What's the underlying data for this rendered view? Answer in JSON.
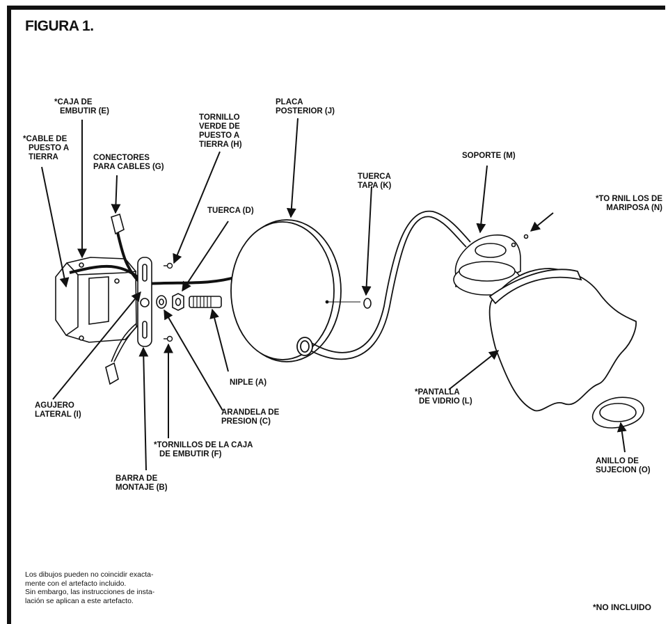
{
  "figure": {
    "title": "FIGURA 1."
  },
  "labels": {
    "caja_embutir": [
      "*CAJA DE",
      "EMBUTIR (E)"
    ],
    "cable_tierra": [
      "*CABLE DE",
      "PUESTO A",
      "TIERRA"
    ],
    "conectores": [
      "CONECTORES",
      "PARA CABLES (G)"
    ],
    "tornillo_verde": [
      "TORNILLO",
      "VERDE DE",
      "PUESTO A",
      "TIERRA (H)"
    ],
    "placa_posterior": [
      "PLACA",
      "POSTERIOR (J)"
    ],
    "tuerca_tapa": [
      "TUERCA",
      "TAPA (K)"
    ],
    "soporte": [
      "SOPORTE (M)"
    ],
    "tornillos_mariposa": [
      "*TO RNIL LOS DE",
      "MARIPOSA (N)"
    ],
    "tuerca": [
      "TUERCA (D)"
    ],
    "niple": [
      "NIPLE (A)"
    ],
    "arandela": [
      "ARANDELA DE",
      "PRESION (C)"
    ],
    "agujero": [
      "AGUJERO",
      "LATERAL (I)"
    ],
    "tornillos_caja": [
      "*TORNILLOS DE LA CAJA",
      "DE EMBUTIR (F)"
    ],
    "barra": [
      "BARRA DE",
      "MONTAJE (B)"
    ],
    "pantalla": [
      "*PANTALLA",
      "DE VIDRIO (L)"
    ],
    "anillo": [
      "ANILLO DE",
      "SUJECION (O)"
    ]
  },
  "disclaimer": [
    "Los dibujos pueden no coincidir exacta-",
    "mente con el artefacto incluido.",
    "Sin embargo, las instrucciones de insta-",
    "lación se aplican a este artefacto."
  ],
  "footnote": "*NO INCLUIDO"
}
